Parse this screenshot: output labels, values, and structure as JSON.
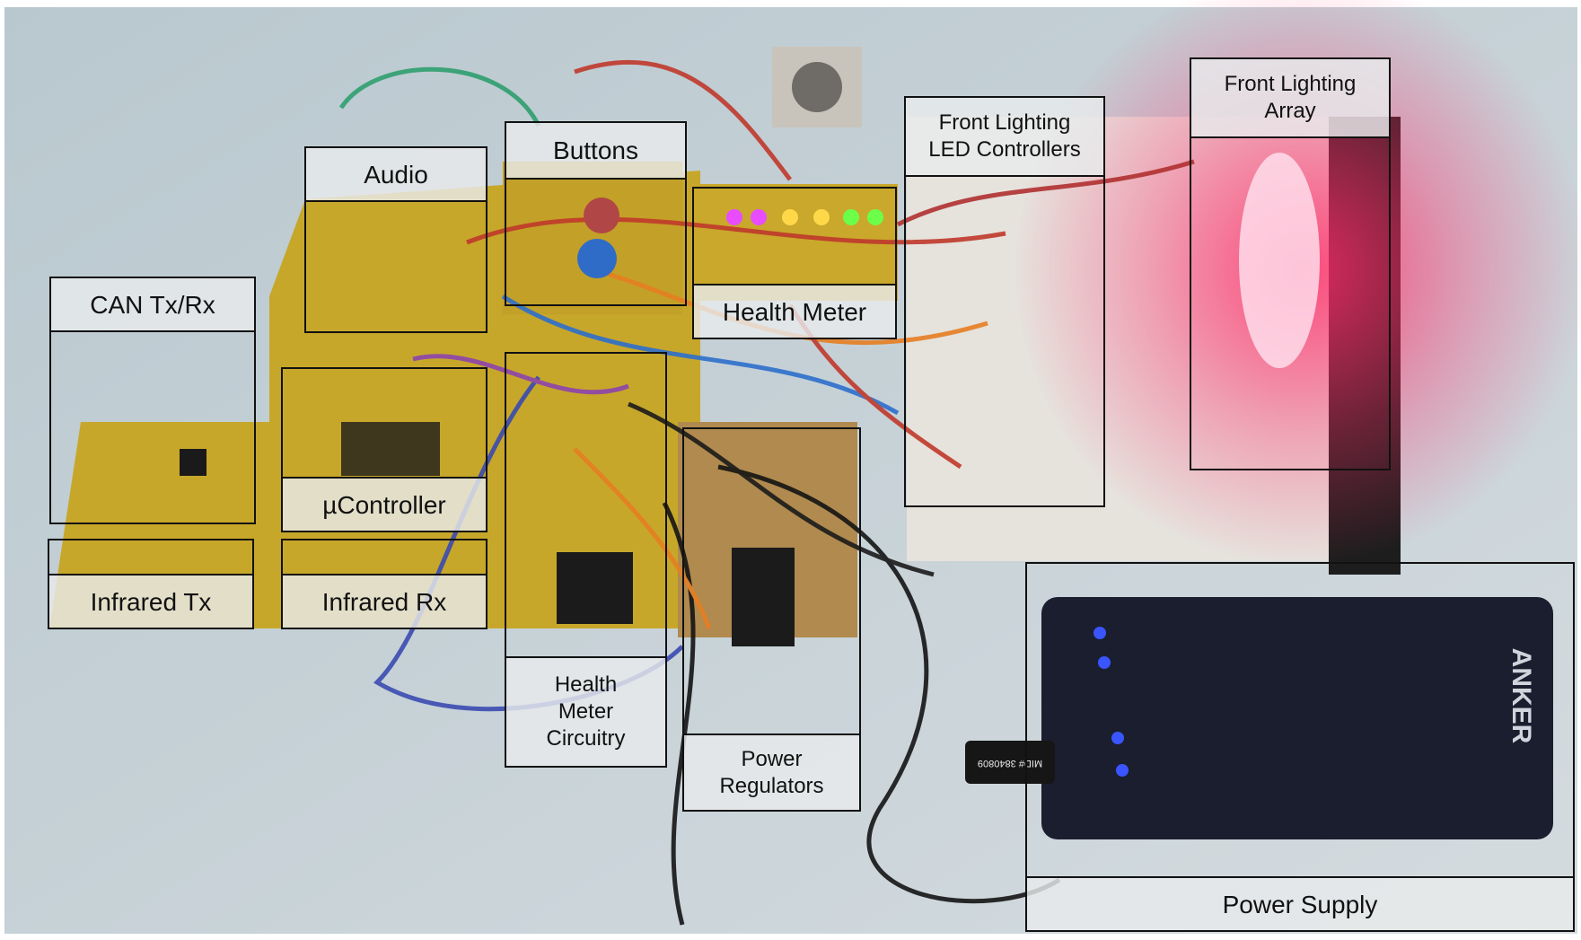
{
  "labels": {
    "can": "CAN Tx/Rx",
    "audio": "Audio",
    "buttons": "Buttons",
    "health_meter": "Health Meter",
    "front_led_controllers": "Front Lighting LED Controllers",
    "front_lighting_array": "Front Lighting Array",
    "microcontroller": "µController",
    "infrared_tx": "Infrared Tx",
    "infrared_rx": "Infrared Rx",
    "health_meter_circuitry": "Health Meter Circuitry",
    "power_regulators": "Power Regulators",
    "power_supply": "Power Supply"
  },
  "photo_text": {
    "anker_logo": "ANKER",
    "cable_label": "MID# 3840809"
  },
  "colors": {
    "table": "#c9d3d8",
    "pcb": "#c7a72a",
    "breadboard": "#e6e2dc",
    "red_glow": "#ff2d6a",
    "power_bank": "#1a1e2e",
    "blue_led": "#3a55ff",
    "label_bg": "#e8eaec",
    "outline": "#111111"
  }
}
